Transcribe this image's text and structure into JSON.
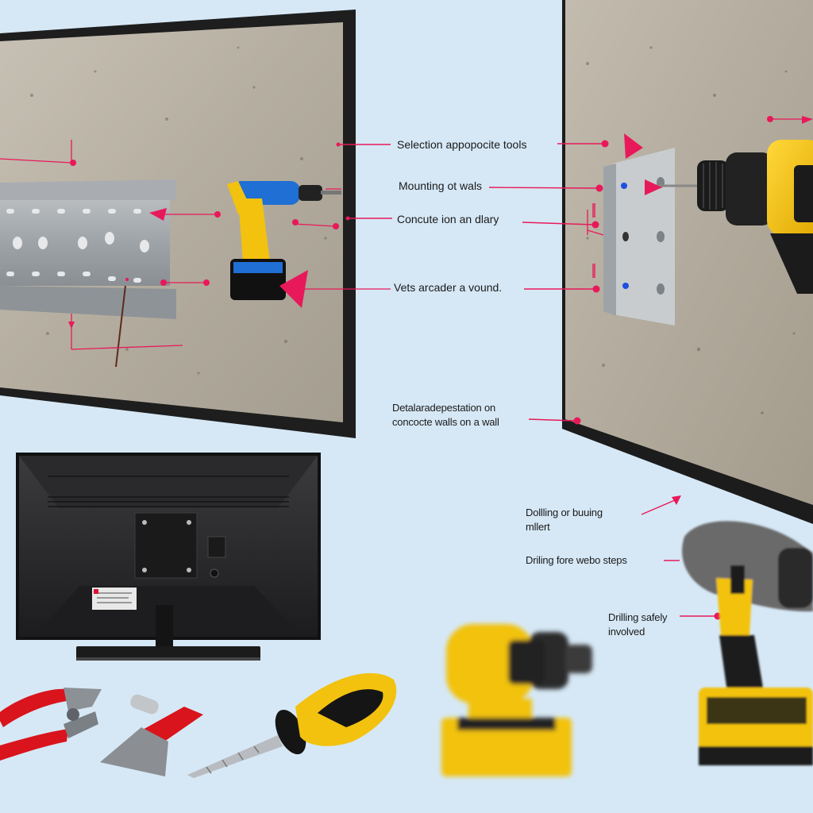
{
  "callouts": {
    "selection_tools": "Selection appopocite tools",
    "mounting_walls": "Mounting ot wals",
    "concrete_drilling": "Concute ion an dlary",
    "vets_around": "Vets arcader a vound.",
    "detail_line1": "Detalaradepestation on",
    "detail_line2": "concocte walls on  a wall",
    "drilling_line1": "Dollling or buuing",
    "drilling_line2": "mllert",
    "drilling_steps": "Driling fore webo steps",
    "safety_line1": "Drilling safely",
    "safety_line2": "involved"
  },
  "icons": [
    "drill-icon",
    "tv-icon",
    "pliers-icon",
    "screwdriver-icon",
    "scraper-icon",
    "mounting-bracket-icon"
  ],
  "colors": {
    "background": "#d6e8f6",
    "concrete": "#bdb6aa",
    "annotation": "#e8195a",
    "drill_yellow": "#f2c20f",
    "drill_blue": "#1f6fd4",
    "frame": "#222222"
  }
}
